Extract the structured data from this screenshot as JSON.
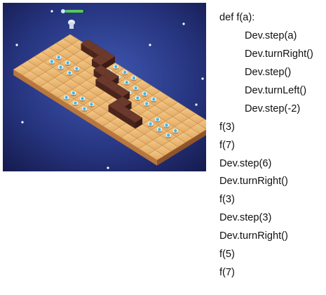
{
  "code": {
    "lines": [
      {
        "text": "def f(a):",
        "indent": 0
      },
      {
        "text": "Dev.step(a)",
        "indent": 1
      },
      {
        "text": "Dev.turnRight()",
        "indent": 1
      },
      {
        "text": "Dev.step()",
        "indent": 1
      },
      {
        "text": "Dev.turnLeft()",
        "indent": 1
      },
      {
        "text": "Dev.step(-2)",
        "indent": 1
      },
      {
        "text": "f(3)",
        "indent": 0
      },
      {
        "text": "f(7)",
        "indent": 0
      },
      {
        "text": "Dev.step(6)",
        "indent": 0
      },
      {
        "text": "Dev.turnRight()",
        "indent": 0
      },
      {
        "text": "f(3)",
        "indent": 0
      },
      {
        "text": "Dev.step(3)",
        "indent": 0
      },
      {
        "text": "Dev.turnRight()",
        "indent": 0
      },
      {
        "text": "f(5)",
        "indent": 0
      },
      {
        "text": "f(7)",
        "indent": 0
      }
    ]
  },
  "game": {
    "background_color": "#2a3f8e",
    "tile_color": "#eab774",
    "tile_side_color": "#b7773f",
    "wall_color": "#6b3a2c",
    "gem_color": "#36b8ec",
    "health_bar_color": "#56c857",
    "icons": [
      "player-icon",
      "gem-icon",
      "wall-block",
      "star-icon",
      "health-bar"
    ]
  }
}
